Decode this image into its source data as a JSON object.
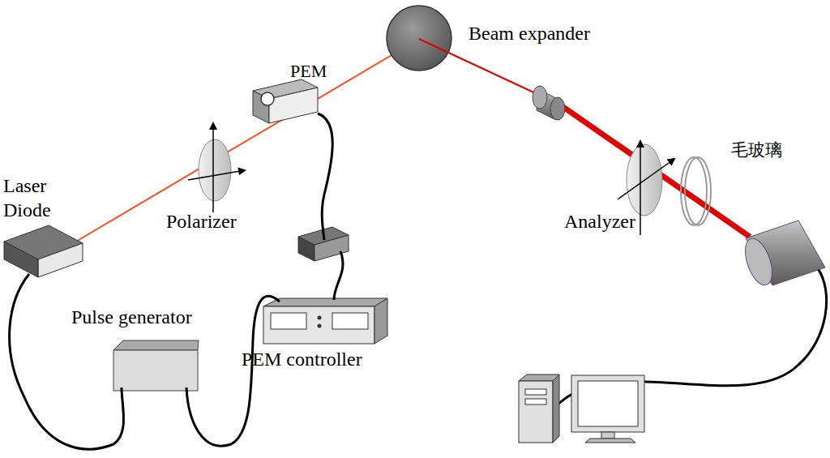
{
  "diagram": {
    "labels": [
      "Laser Diode",
      "Polarizer",
      "PEM",
      "Pulse generator",
      "PEM controller",
      "Beam expander",
      "毛玻璃",
      "Analyzer"
    ]
  }
}
